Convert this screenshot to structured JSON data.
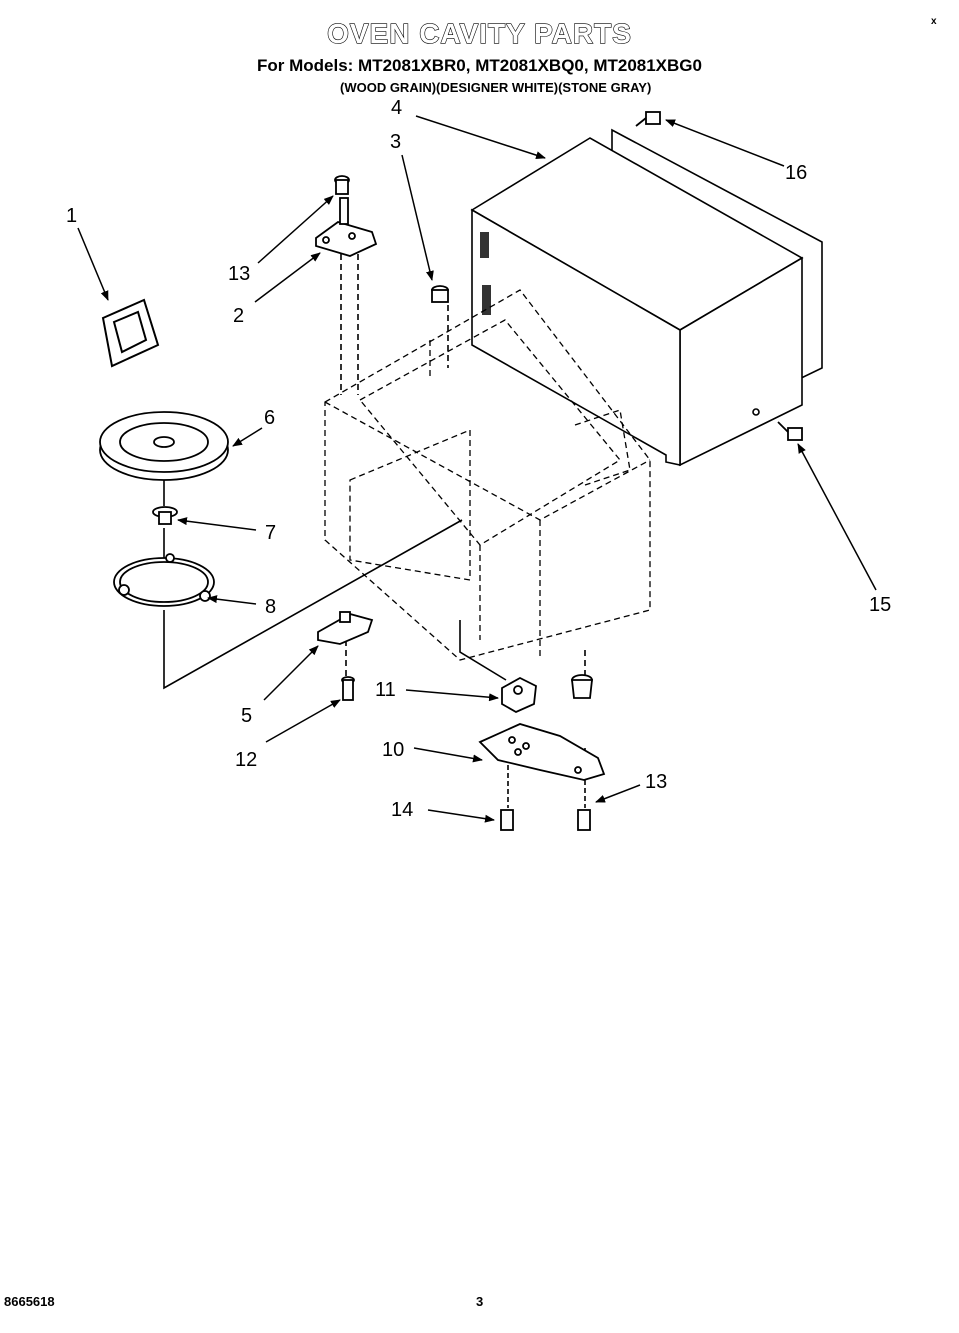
{
  "header": {
    "title": "OVEN CAVITY PARTS",
    "models": "For Models: MT2081XBR0, MT2081XBQ0, MT2081XBG0",
    "colors": "(WOOD GRAIN)(DESIGNER WHITE)(STONE GRAY)"
  },
  "corner_mark": "x",
  "callouts": {
    "c1": "1",
    "c2": "2",
    "c3": "3",
    "c4": "4",
    "c5": "5",
    "c6": "6",
    "c7": "7",
    "c8": "8",
    "c10": "10",
    "c11": "11",
    "c12": "12",
    "c13a": "13",
    "c13b": "13",
    "c14": "14",
    "c15": "15",
    "c16": "16"
  },
  "footer": {
    "doc_number": "8665618",
    "page_number": "3"
  }
}
